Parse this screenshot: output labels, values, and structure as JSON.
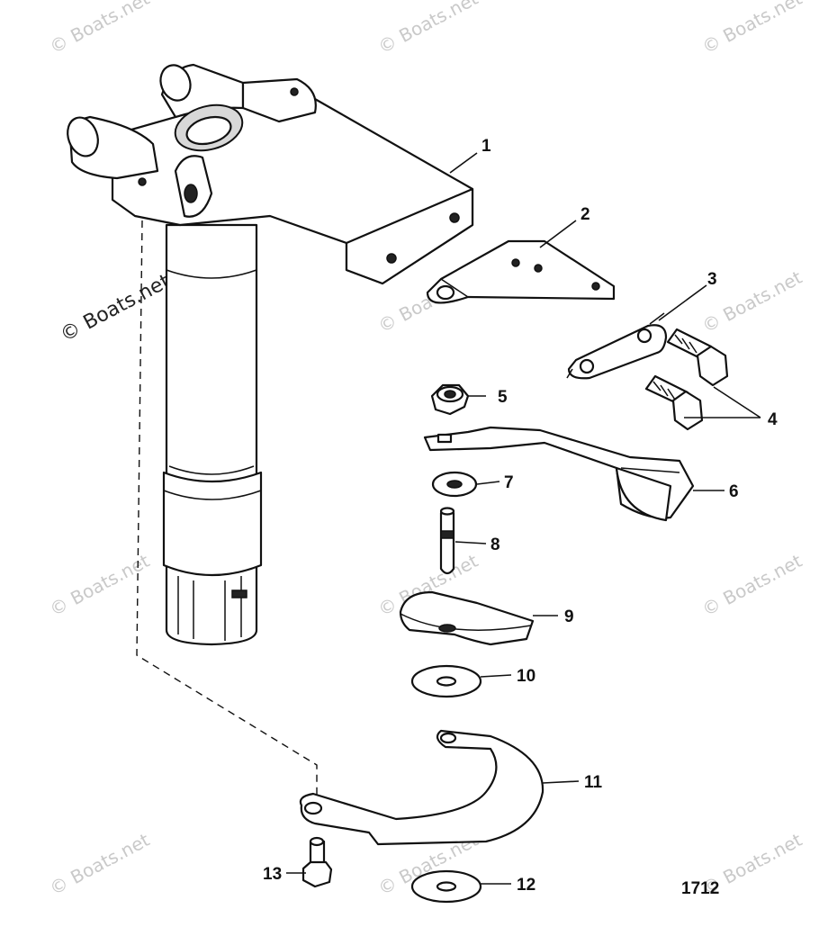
{
  "figure_number": "1712",
  "watermark": "© Boats.net",
  "callouts": [
    {
      "id": "1",
      "label": "1"
    },
    {
      "id": "2",
      "label": "2"
    },
    {
      "id": "3",
      "label": "3"
    },
    {
      "id": "4",
      "label": "4"
    },
    {
      "id": "5",
      "label": "5"
    },
    {
      "id": "6",
      "label": "6"
    },
    {
      "id": "7",
      "label": "7"
    },
    {
      "id": "8",
      "label": "8"
    },
    {
      "id": "9",
      "label": "9"
    },
    {
      "id": "10",
      "label": "10"
    },
    {
      "id": "11",
      "label": "11"
    },
    {
      "id": "12",
      "label": "12"
    },
    {
      "id": "13",
      "label": "13"
    }
  ]
}
